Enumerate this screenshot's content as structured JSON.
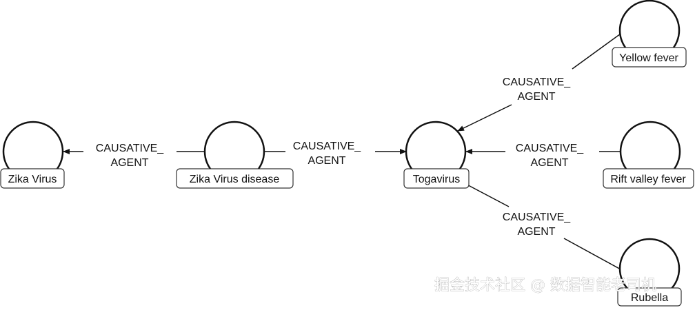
{
  "nodes": [
    {
      "id": "zika",
      "label": "Zika Virus"
    },
    {
      "id": "zika_disease",
      "label": "Zika Virus disease"
    },
    {
      "id": "togavirus",
      "label": "Togavirus"
    },
    {
      "id": "yellow_fever",
      "label": "Yellow fever"
    },
    {
      "id": "rift_valley",
      "label": "Rift valley fever"
    },
    {
      "id": "rubella",
      "label": "Rubella"
    }
  ],
  "edges": [
    {
      "from": "zika_disease",
      "to": "zika",
      "label_line1": "CAUSATIVE_",
      "label_line2": "AGENT"
    },
    {
      "from": "zika_disease",
      "to": "togavirus",
      "label_line1": "CAUSATIVE_",
      "label_line2": "AGENT"
    },
    {
      "from": "yellow_fever",
      "to": "togavirus",
      "label_line1": "CAUSATIVE_",
      "label_line2": "AGENT"
    },
    {
      "from": "rift_valley",
      "to": "togavirus",
      "label_line1": "CAUSATIVE_",
      "label_line2": "AGENT"
    },
    {
      "from": "rubella",
      "to": "togavirus",
      "label_line1": "CAUSATIVE_",
      "label_line2": "AGENT"
    }
  ],
  "watermark": "掘金技术社区 @ 数据智能老司机"
}
